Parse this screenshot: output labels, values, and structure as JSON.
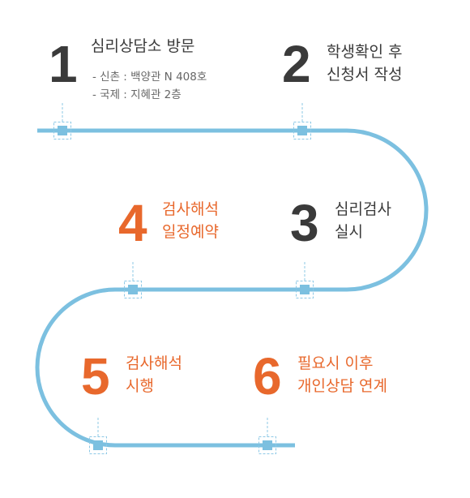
{
  "colors": {
    "track": "#7cc0e0",
    "marker_fill": "#7cc0e0",
    "marker_border": "#8dc8e6",
    "number_dark": "#3a3a3a",
    "number_orange": "#e8682c",
    "text_dark": "#3a3a3a",
    "text_orange": "#e8682c",
    "subtext": "#666666"
  },
  "steps": [
    {
      "number": "1",
      "title_lines": [
        "심리상담소 방문"
      ],
      "details": [
        "- 신촌 : 백양관 N 408호",
        "- 국제 : 지혜관 2층"
      ]
    },
    {
      "number": "2",
      "title_lines": [
        "학생확인 후",
        "신청서 작성"
      ]
    },
    {
      "number": "3",
      "title_lines": [
        "심리검사",
        "실시"
      ]
    },
    {
      "number": "4",
      "title_lines": [
        "검사해석",
        "일정예약"
      ]
    },
    {
      "number": "5",
      "title_lines": [
        "검사해석",
        "시행"
      ]
    },
    {
      "number": "6",
      "title_lines": [
        "필요시 이후",
        "개인상담 연계"
      ]
    }
  ]
}
